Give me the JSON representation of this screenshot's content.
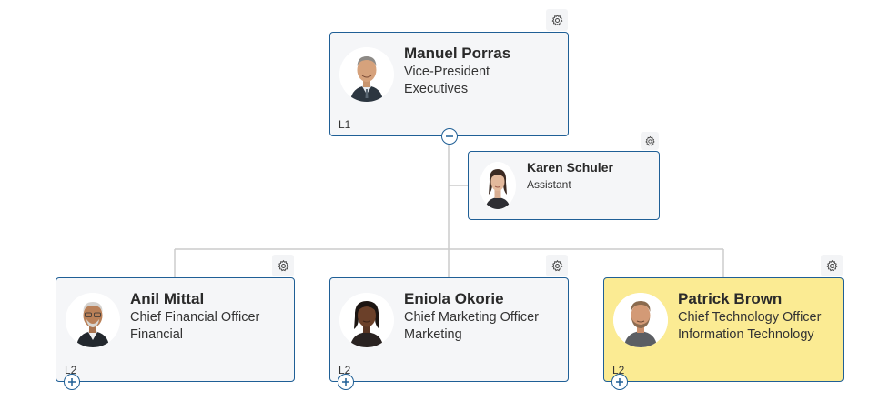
{
  "chart": {
    "root": {
      "name": "Manuel Porras",
      "title": "Vice-President",
      "department": "Executives",
      "level": "L1",
      "toggle_icon": "collapse-minus-icon"
    },
    "assistant": {
      "name": "Karen Schuler",
      "title": "Assistant"
    },
    "children": [
      {
        "name": "Anil Mittal",
        "title": "Chief Financial Officer",
        "department": "Financial",
        "level": "L2",
        "toggle_icon": "expand-plus-icon"
      },
      {
        "name": "Eniola Okorie",
        "title": "Chief Marketing Officer",
        "department": "Marketing",
        "level": "L2",
        "toggle_icon": "expand-plus-icon"
      },
      {
        "name": "Patrick Brown",
        "title": "Chief Technology Officer",
        "department": "Information Technology",
        "level": "L2",
        "toggle_icon": "expand-plus-icon",
        "highlighted": true
      }
    ],
    "colors": {
      "border": "#1f5f96",
      "card_bg": "#f5f6f8",
      "highlight_bg": "#fbeb93",
      "connector": "#cccccc"
    }
  }
}
